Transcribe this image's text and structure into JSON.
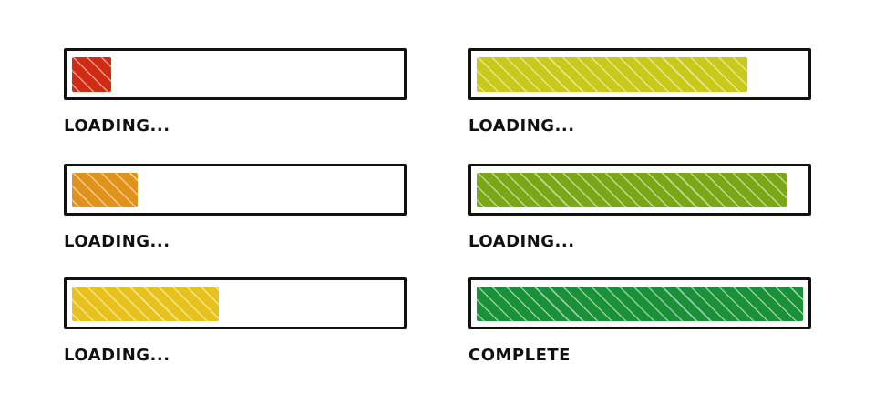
{
  "progress_bars": [
    {
      "label": "LOADING...",
      "progress_percent": 12,
      "color": "#d32a14"
    },
    {
      "label": "LOADING...",
      "progress_percent": 20,
      "color": "#e0921a"
    },
    {
      "label": "LOADING...",
      "progress_percent": 45,
      "color": "#e8c21c"
    },
    {
      "label": "LOADING...",
      "progress_percent": 83,
      "color": "#c9c91a"
    },
    {
      "label": "LOADING...",
      "progress_percent": 95,
      "color": "#7aa716"
    },
    {
      "label": "COMPLETE",
      "progress_percent": 100,
      "color": "#1a9038"
    }
  ]
}
